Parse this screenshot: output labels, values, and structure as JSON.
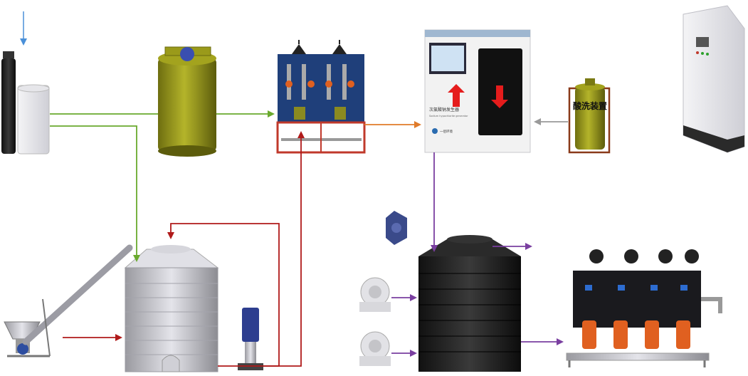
{
  "colors": {
    "water": "#6aaa2e",
    "brine": "#b01a1a",
    "product": "#e07b2a",
    "acid": "#9a9a9a",
    "output": "#7a3fa0",
    "inlet": "#4a90d9",
    "tank_olive": "#8a8a1a",
    "panel_blue": "#1f3f7a",
    "frame_red": "#c0392b"
  },
  "generator": {
    "screen_label": "次氯酸钠发生器",
    "subtitle": "Sodium hypochlorite generator",
    "brand": "一佰环境"
  },
  "acid_wash": {
    "label": "酸洗装置"
  }
}
